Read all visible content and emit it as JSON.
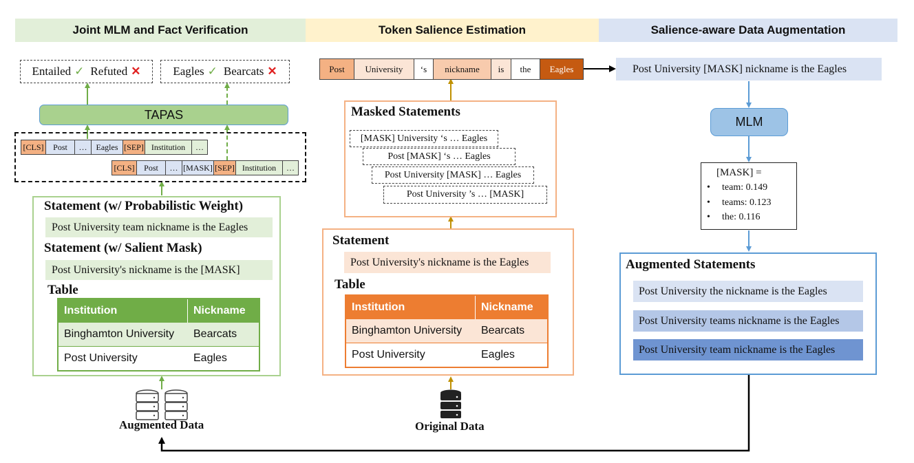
{
  "bands": {
    "left": "Joint MLM and Fact Verification",
    "middle": "Token Salience Estimation",
    "right": "Salience-aware Data Augmentation"
  },
  "left": {
    "label_box": {
      "entailed": "Entailed",
      "refuted": "Refuted",
      "check": "✓",
      "cross": "✕"
    },
    "answer_box": {
      "eagles": "Eagles",
      "bearcats": "Bearcats",
      "check": "✓",
      "cross": "✕"
    },
    "tapas": "TAPAS",
    "seq1": [
      "[CLS]",
      "Post",
      "…",
      "Eagles",
      "[SEP]",
      "Institution",
      "…"
    ],
    "seq2": [
      "[CLS]",
      "Post",
      "…",
      "[MASK]",
      "[SEP]",
      "Institution",
      "…"
    ],
    "statement_weight_title": "Statement (w/ Probabilistic Weight)",
    "statement_weight_text": "Post University team nickname is the Eagles",
    "statement_mask_title": "Statement (w/ Salient Mask)",
    "statement_mask_text": "Post University's nickname is the [MASK]",
    "table_title": "Table",
    "table": {
      "headers": [
        "Institution",
        "Nickname"
      ],
      "rows": [
        [
          "Binghamton University",
          "Bearcats"
        ],
        [
          "Post University",
          "Eagles"
        ]
      ]
    },
    "data_label": "Augmented Data"
  },
  "middle": {
    "tokens": [
      "Post",
      "University",
      "‘s",
      "nickname",
      "is",
      "the",
      "Eagles"
    ],
    "masked_title": "Masked Statements",
    "masked": [
      "[MASK] University ‘s … Eagles",
      "Post [MASK] ‘s … Eagles",
      "Post University [MASK]  … Eagles",
      "Post University ’s … [MASK]"
    ],
    "statement_title": "Statement",
    "statement_text": "Post University's nickname is the Eagles",
    "table_title": "Table",
    "table": {
      "headers": [
        "Institution",
        "Nickname"
      ],
      "rows": [
        [
          "Binghamton University",
          "Bearcats"
        ],
        [
          "Post University",
          "Eagles"
        ]
      ]
    },
    "data_label": "Original Data"
  },
  "right": {
    "masked_statement": "Post University [MASK] nickname is the Eagles",
    "mlm": "MLM",
    "pred_title": "[MASK] =",
    "predictions": [
      "team: 0.149",
      "teams: 0.123",
      "the: 0.116"
    ],
    "bullet": "•",
    "aug_title": "Augmented Statements",
    "augmented": [
      "Post University the nickname is the Eagles",
      "Post University teams nickname is the Eagles",
      "Post University team nickname is the Eagles"
    ]
  },
  "colors": {
    "green_band": "#e2efd9",
    "yellow_band": "#fff2cc",
    "blue_band": "#dae3f3",
    "green": "#70ad47",
    "orange": "#ed7d31",
    "gold": "#bf9000",
    "blue": "#5b9bd5"
  }
}
